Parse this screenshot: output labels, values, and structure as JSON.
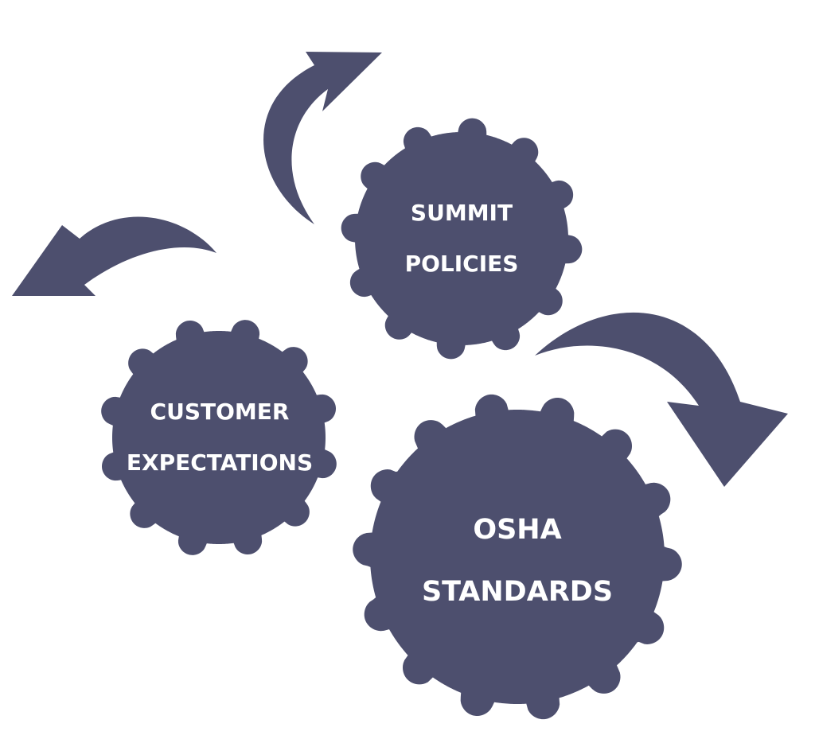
{
  "colors": {
    "gear": "#4d4f6e",
    "arrow": "#4d4f6e",
    "label": "#ffffff",
    "background": "#ffffff"
  },
  "gears": {
    "summit": {
      "line1": "SUMMIT",
      "line2": "POLICIES"
    },
    "customer": {
      "line1": "CUSTOMER",
      "line2": "EXPECTATIONS"
    },
    "osha": {
      "line1": "OSHA",
      "line2": "STANDARDS"
    }
  },
  "arrows": {
    "top": "curved-arrow-icon",
    "left": "curved-arrow-icon",
    "right": "curved-arrow-icon"
  }
}
